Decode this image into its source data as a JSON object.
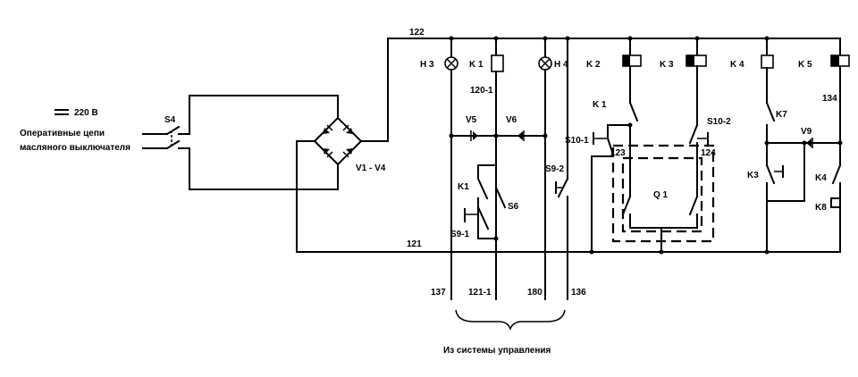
{
  "labels": {
    "voltage": "220 В",
    "caption_line1": "Оперативные цепи",
    "caption_line2": "масляного выключателя",
    "s4": "S4",
    "bridge": "V1 - V4",
    "n122": "122",
    "n121": "121",
    "h3": "H 3",
    "k1_coil": "K 1",
    "h4": "H 4",
    "k2_coil": "K 2",
    "k3_coil": "K 3",
    "k4_coil": "K 4",
    "k5_coil": "K 5",
    "n120_1": "120-1",
    "v5": "V5",
    "v6": "V6",
    "k1_left": "K1",
    "s6": "S6",
    "s9_1": "S9-1",
    "s9_2": "S9-2",
    "k1_mid": "K 1",
    "s10_1": "S10-1",
    "s10_2": "S10-2",
    "n123": "123",
    "n124": "124",
    "q1": "Q 1",
    "k7": "K7",
    "v9": "V9",
    "k3_right": "K3",
    "k4_right": "K4",
    "k8": "K8",
    "n134": "134",
    "n137": "137",
    "n121_1": "121-1",
    "n180": "180",
    "n136": "136",
    "footer": "Из системы управления"
  }
}
